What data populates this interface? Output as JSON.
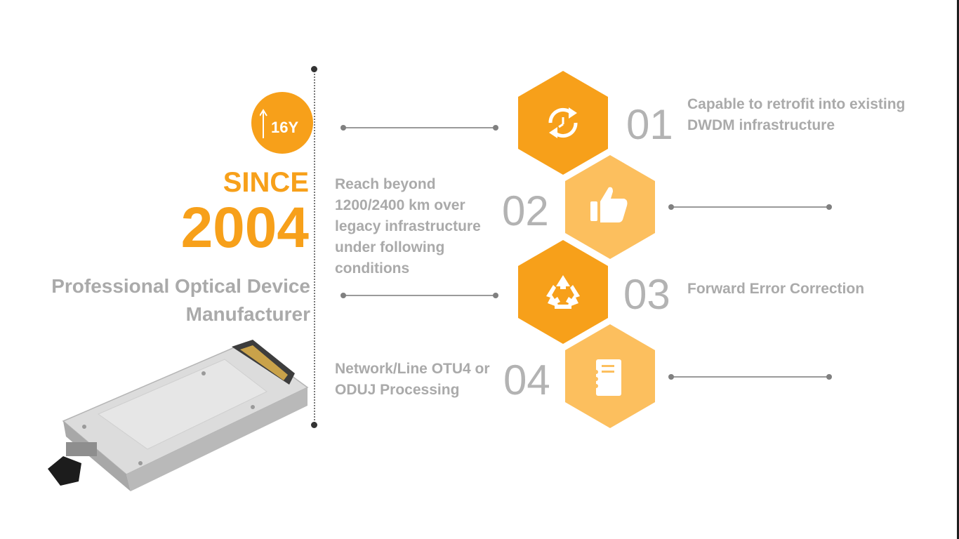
{
  "badge": {
    "text": "16Y"
  },
  "since": {
    "label": "SINCE",
    "year": "2004"
  },
  "tagline": {
    "line1": "Professional Optical Device",
    "line2": "Manufacturer"
  },
  "features": [
    {
      "number": "01",
      "text": [
        "Capable to retrofit into existing",
        "DWDM infrastructure"
      ],
      "icon": "refresh-icon"
    },
    {
      "number": "02",
      "text": [
        "Reach beyond",
        "1200/2400 km over",
        "legacy infrastructure",
        "under following",
        "conditions"
      ],
      "icon": "thumbs-up-icon"
    },
    {
      "number": "03",
      "text": [
        "Forward Error Correction"
      ],
      "icon": "recycle-icon"
    },
    {
      "number": "04",
      "text": [
        "Network/Line OTU4 or",
        "ODUJ Processing"
      ],
      "icon": "notebook-icon"
    }
  ],
  "colors": {
    "accent": "#f7a01a",
    "accent_light": "#fcbf5e",
    "text_gray": "#aaaaaa",
    "number_gray": "#b3b3b3"
  },
  "image": {
    "subject": "optical-transceiver-module"
  }
}
